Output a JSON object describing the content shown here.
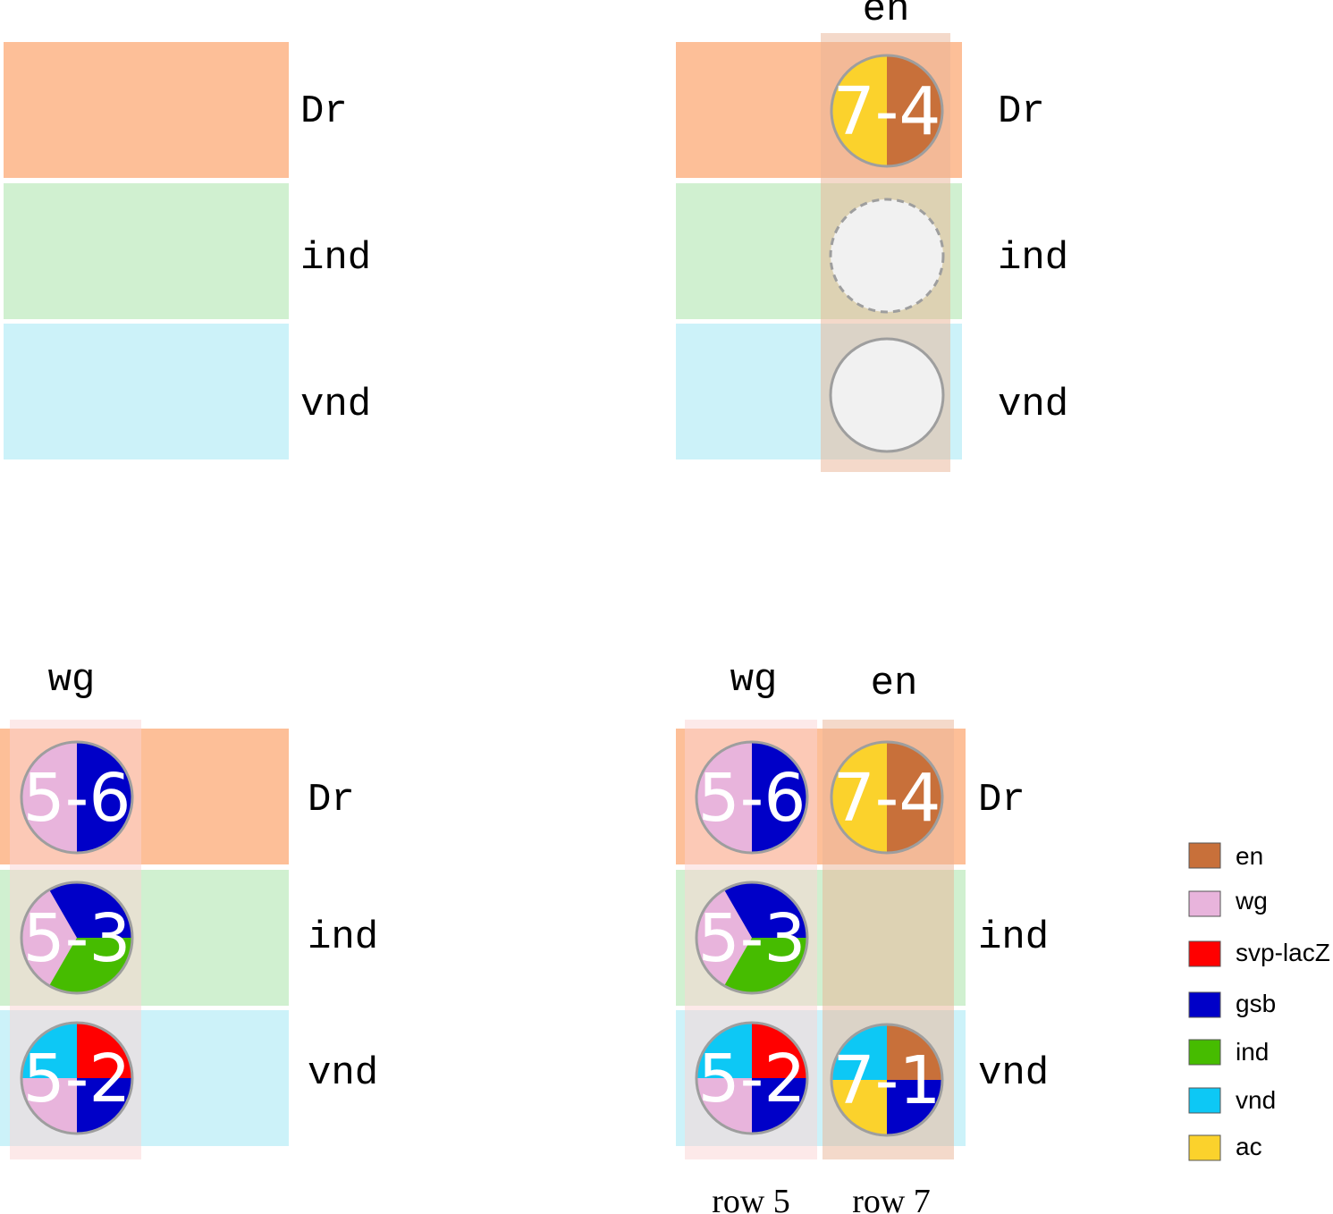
{
  "panels": [
    {
      "id": "top-left",
      "bands": [
        {
          "label": "Dr",
          "color": "#fdbf98"
        },
        {
          "label": "ind",
          "color": "#d0f0d0"
        },
        {
          "label": "vnd",
          "color": "#ccf2f9"
        }
      ],
      "columns": []
    },
    {
      "id": "top-right",
      "bands": [
        {
          "label": "Dr",
          "color": "#fdbf98"
        },
        {
          "label": "ind",
          "color": "#d0f0d0"
        },
        {
          "label": "vnd",
          "color": "#ccf2f9"
        }
      ],
      "columns": [
        {
          "header": "en",
          "footer": "",
          "overlay": "#e9b396",
          "cells": [
            {
              "band": "Dr",
              "label": "7-4",
              "kind": "halves",
              "left": "ac",
              "right": "en"
            },
            {
              "band": "ind",
              "label": "",
              "kind": "empty-dashed"
            },
            {
              "band": "vnd",
              "label": "",
              "kind": "empty"
            }
          ]
        }
      ]
    },
    {
      "id": "bottom-left",
      "bands": [
        {
          "label": "Dr",
          "color": "#fdbf98"
        },
        {
          "label": "ind",
          "color": "#d0f0d0"
        },
        {
          "label": "vnd",
          "color": "#ccf2f9"
        }
      ],
      "columns": [
        {
          "header": "wg",
          "footer": "",
          "overlay": "#fcd3d3",
          "cells": [
            {
              "band": "Dr",
              "label": "5-6",
              "kind": "halves",
              "left": "wg",
              "right": "gsb"
            },
            {
              "band": "ind",
              "label": "5-3",
              "kind": "thirds",
              "left": "wg",
              "top": "gsb",
              "bottom": "ind"
            },
            {
              "band": "vnd",
              "label": "5-2",
              "kind": "quarters",
              "tl": "vnd",
              "tr": "svp-lacZ",
              "bl": "wg",
              "br": "gsb"
            }
          ]
        }
      ]
    },
    {
      "id": "bottom-right",
      "bands": [
        {
          "label": "Dr",
          "color": "#fdbf98"
        },
        {
          "label": "ind",
          "color": "#d0f0d0"
        },
        {
          "label": "vnd",
          "color": "#ccf2f9"
        }
      ],
      "columns": [
        {
          "header": "wg",
          "footer": "row 5",
          "overlay": "#fcd3d3",
          "cells": [
            {
              "band": "Dr",
              "label": "5-6",
              "kind": "halves",
              "left": "wg",
              "right": "gsb"
            },
            {
              "band": "ind",
              "label": "5-3",
              "kind": "thirds",
              "left": "wg",
              "top": "gsb",
              "bottom": "ind"
            },
            {
              "band": "vnd",
              "label": "5-2",
              "kind": "quarters",
              "tl": "vnd",
              "tr": "svp-lacZ",
              "bl": "wg",
              "br": "gsb"
            }
          ]
        },
        {
          "header": "en",
          "footer": "row 7",
          "overlay": "#e9b396",
          "cells": [
            {
              "band": "Dr",
              "label": "7-4",
              "kind": "halves",
              "left": "ac",
              "right": "en"
            },
            {
              "band": "ind",
              "label": "",
              "kind": "none"
            },
            {
              "band": "vnd",
              "label": "7-1",
              "kind": "quarters",
              "tl": "vnd",
              "tr": "en",
              "bl": "ac",
              "br": "gsb"
            }
          ]
        }
      ]
    }
  ],
  "legend": [
    {
      "name": "en",
      "color": "#c8703a"
    },
    {
      "name": "wg",
      "color": "#e8b4dc"
    },
    {
      "name": "svp-lacZ",
      "color": "#ff0000"
    },
    {
      "name": "gsb",
      "color": "#0000c8"
    },
    {
      "name": "ind",
      "color": "#46bc00"
    },
    {
      "name": "vnd",
      "color": "#0dc8f5"
    },
    {
      "name": "ac",
      "color": "#fbd22c"
    }
  ],
  "colors": {
    "circle_border": "#9e9e9e",
    "empty_fill": "#f1f1f1",
    "cell_text": "#ffffff",
    "label_text": "#000000"
  }
}
